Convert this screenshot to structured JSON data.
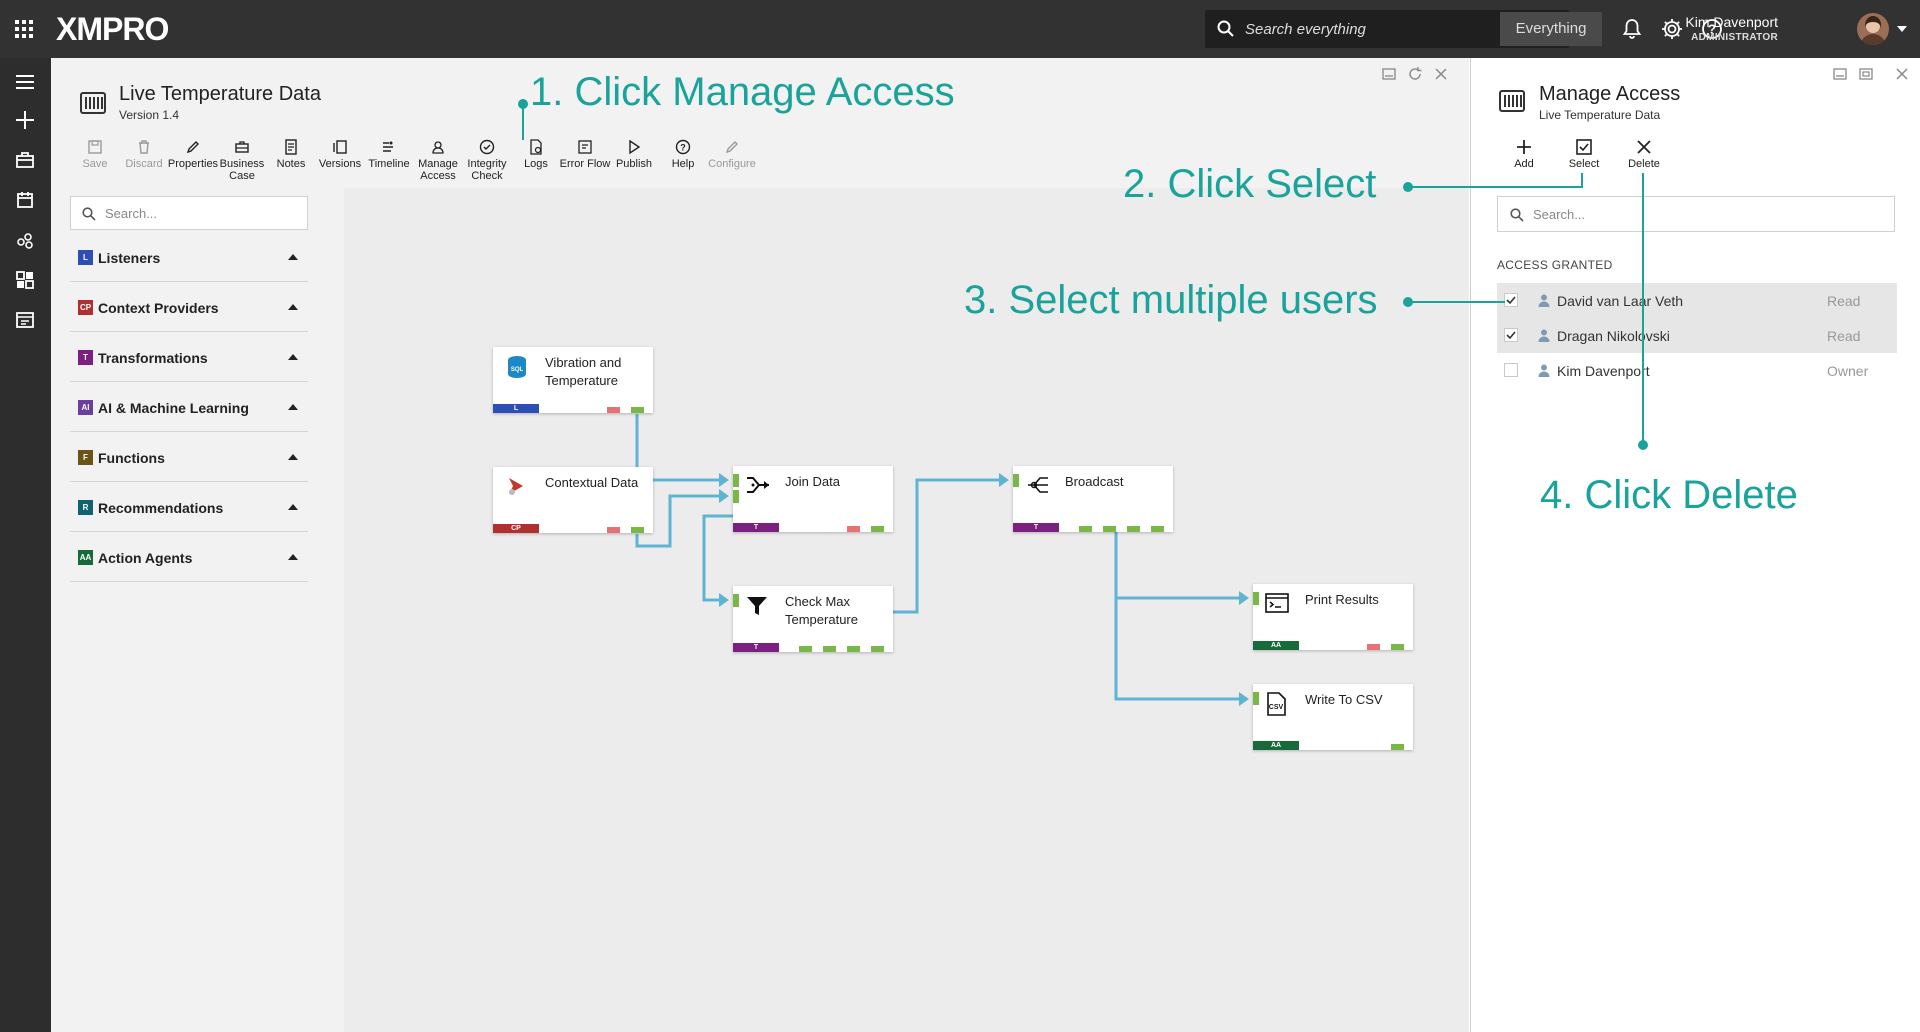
{
  "app": {
    "name": "XMPRO"
  },
  "topbar": {
    "search_placeholder": "Search everything",
    "search_scope": "Everything",
    "user_name": "Kim Davenport",
    "user_role": "ADMINISTRATOR"
  },
  "editor": {
    "title": "Live Temperature Data",
    "version": "Version 1.4",
    "toolbar": [
      {
        "label": "Save",
        "icon": "save-icon",
        "disabled": true
      },
      {
        "label": "Discard",
        "icon": "trash-icon",
        "disabled": true
      },
      {
        "label": "Properties",
        "icon": "pencil-icon",
        "disabled": false
      },
      {
        "label": "Business Case",
        "icon": "briefcase-icon",
        "disabled": false
      },
      {
        "label": "Notes",
        "icon": "notes-icon",
        "disabled": false
      },
      {
        "label": "Versions",
        "icon": "versions-icon",
        "disabled": false
      },
      {
        "label": "Timeline",
        "icon": "timeline-icon",
        "disabled": false
      },
      {
        "label": "Manage Access",
        "icon": "access-icon",
        "disabled": false
      },
      {
        "label": "Integrity Check",
        "icon": "check-circle-icon",
        "disabled": false
      },
      {
        "label": "Logs",
        "icon": "logs-icon",
        "disabled": false
      },
      {
        "label": "Error Flow",
        "icon": "error-flow-icon",
        "disabled": false
      },
      {
        "label": "Publish",
        "icon": "play-icon",
        "disabled": false
      },
      {
        "label": "Help",
        "icon": "help-icon",
        "disabled": false
      },
      {
        "label": "Configure",
        "icon": "pencil-icon",
        "disabled": true
      }
    ],
    "palette_search_placeholder": "Search...",
    "categories": [
      {
        "badge": "L",
        "label": "Listeners",
        "color": "#2d4fb5"
      },
      {
        "badge": "CP",
        "label": "Context Providers",
        "color": "#b03030"
      },
      {
        "badge": "T",
        "label": "Transformations",
        "color": "#7b1f80"
      },
      {
        "badge": "AI",
        "label": "AI & Machine Learning",
        "color": "#6b3fa0"
      },
      {
        "badge": "F",
        "label": "Functions",
        "color": "#6b5418"
      },
      {
        "badge": "R",
        "label": "Recommendations",
        "color": "#10646d"
      },
      {
        "badge": "AA",
        "label": "Action Agents",
        "color": "#176b3a"
      }
    ],
    "nodes": [
      {
        "label": "Vibration and Temperature",
        "type": "L",
        "color": "#2d4fb5",
        "icon": "sql-icon"
      },
      {
        "label": "Contextual Data",
        "type": "CP",
        "color": "#b03030",
        "icon": "context-icon"
      },
      {
        "label": "Join Data",
        "type": "T",
        "color": "#7b1f80",
        "icon": "join-icon"
      },
      {
        "label": "Check Max Temperature",
        "type": "T",
        "color": "#7b1f80",
        "icon": "filter-icon"
      },
      {
        "label": "Broadcast",
        "type": "T",
        "color": "#7b1f80",
        "icon": "broadcast-icon"
      },
      {
        "label": "Print Results",
        "type": "AA",
        "color": "#176b3a",
        "icon": "terminal-icon"
      },
      {
        "label": "Write To CSV",
        "type": "AA",
        "color": "#176b3a",
        "icon": "csv-icon"
      }
    ]
  },
  "callouts": {
    "step1": "1. Click Manage Access",
    "step2": "2. Click Select",
    "step3": "3. Select multiple users",
    "step4": "4. Click Delete"
  },
  "manage_access": {
    "title": "Manage Access",
    "subtitle": "Live Temperature Data",
    "tools": [
      {
        "label": "Add",
        "icon": "plus-icon"
      },
      {
        "label": "Select",
        "icon": "checkbox-icon"
      },
      {
        "label": "Delete",
        "icon": "x-icon"
      }
    ],
    "search_placeholder": "Search...",
    "section_label": "ACCESS GRANTED",
    "users": [
      {
        "name": "David van Laar Veth",
        "role": "Read",
        "selected": true
      },
      {
        "name": "Dragan Nikolovski",
        "role": "Read",
        "selected": true
      },
      {
        "name": "Kim Davenport",
        "role": "Owner",
        "selected": false
      }
    ]
  },
  "colors": {
    "accent": "#1aa39a",
    "edge": "#5fb3d3",
    "port_out": "#7ab648",
    "port_error": "#e57373"
  }
}
